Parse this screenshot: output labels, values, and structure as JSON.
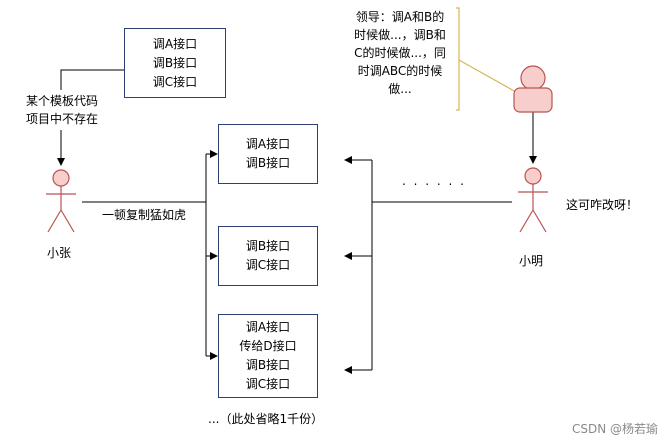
{
  "template_box": {
    "lines": [
      "调A接口",
      "调B接口",
      "调C接口"
    ]
  },
  "missing_label": {
    "line1": "某个模板代码",
    "line2": "项目中不存在"
  },
  "actors": {
    "xiaozhang": "小张",
    "xiaoming": "小明"
  },
  "copy_label": "一顿复制猛如虎",
  "api_boxes": [
    {
      "lines": [
        "调A接口",
        "调B接口"
      ]
    },
    {
      "lines": [
        "调B接口",
        "调C接口"
      ]
    },
    {
      "lines": [
        "调A接口",
        "传给D接口",
        "调B接口",
        "调C接口"
      ]
    }
  ],
  "omitted_note": "...（此处省略1千份）",
  "ellipsis": ". . . . . .",
  "leader_note": {
    "line1": "领导：调A和B的",
    "line2": "时候做...，调B和",
    "line3": "C的时候做...，同",
    "line4": "时调ABC的时候",
    "line5": "做..."
  },
  "complaint": "这可咋改呀！",
  "watermark": "CSDN @杨若瑜",
  "colors": {
    "box_border": "#2e3f72",
    "actor_stroke": "#b85450",
    "actor_fill": "#f8cecc",
    "callout_line": "#d6b656",
    "connector": "#000000"
  }
}
